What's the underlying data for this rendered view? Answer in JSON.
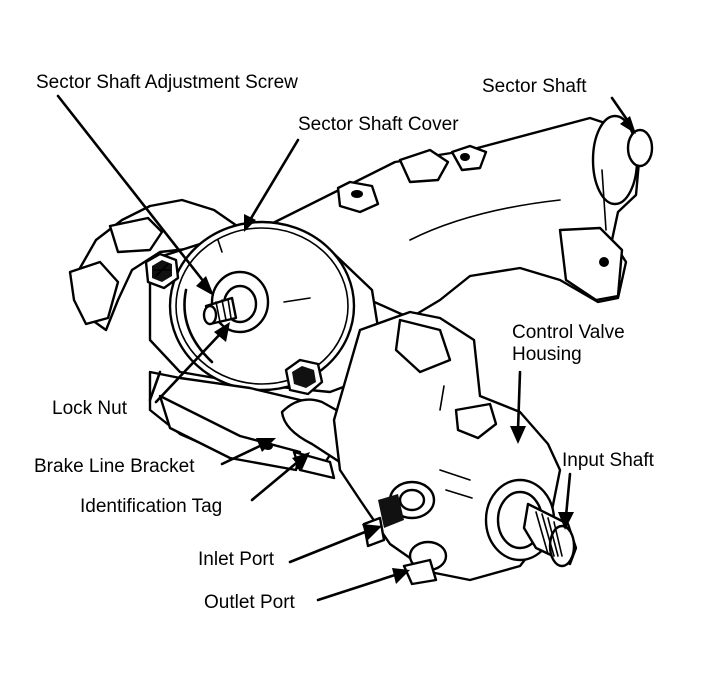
{
  "figure": {
    "labels": {
      "sector_shaft_adjustment_screw": "Sector Shaft Adjustment Screw",
      "sector_shaft": "Sector Shaft",
      "sector_shaft_cover": "Sector Shaft Cover",
      "control_valve_housing_line1": "Control Valve",
      "control_valve_housing_line2": "Housing",
      "lock_nut": "Lock Nut",
      "input_shaft": "Input Shaft",
      "brake_line_bracket": "Brake Line Bracket",
      "identification_tag": "Identification Tag",
      "inlet_port": "Inlet Port",
      "outlet_port": "Outlet Port"
    },
    "ink_color": "#000000",
    "paper_color": "#ffffff"
  }
}
